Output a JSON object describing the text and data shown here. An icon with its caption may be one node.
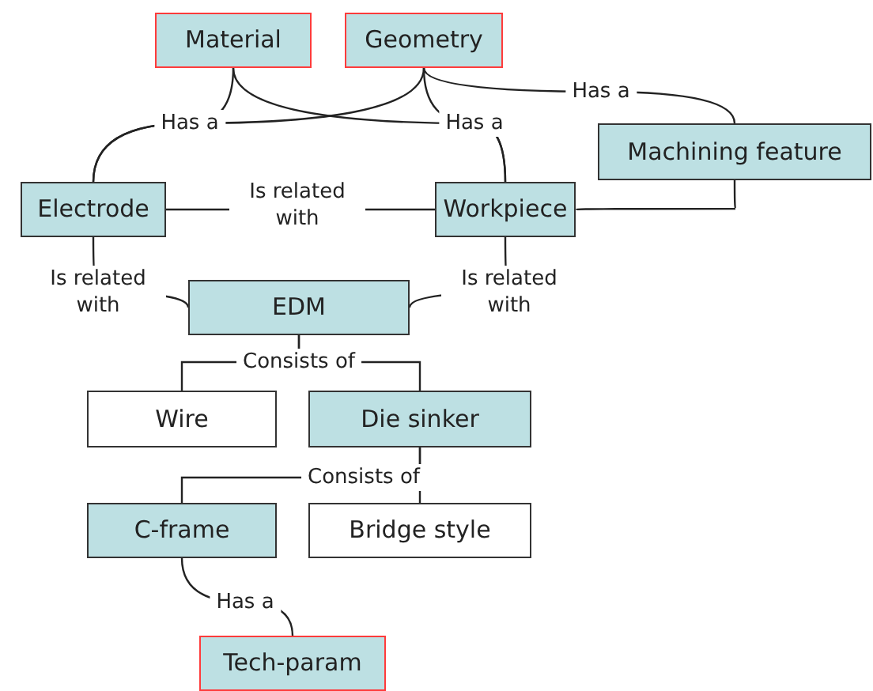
{
  "diagram": {
    "nodes": [
      {
        "text": [
          "Material"
        ]
      },
      {
        "text": [
          "Geometry"
        ]
      },
      {
        "text": [
          "Machining feature"
        ]
      },
      {
        "text": [
          "Electrode"
        ]
      },
      {
        "text": [
          "Workpiece"
        ]
      },
      {
        "text": [
          "EDM"
        ]
      },
      {
        "text": [
          "Wire"
        ]
      },
      {
        "text": [
          "Die sinker"
        ]
      },
      {
        "text": [
          "C-frame"
        ]
      },
      {
        "text": [
          "Bridge style"
        ]
      },
      {
        "text": [
          "Tech-param"
        ]
      }
    ],
    "edges": [
      {
        "from": 0,
        "to": 3,
        "arrow": "none",
        "label": "Has a"
      },
      {
        "from": 1,
        "to": 3,
        "arrow": "none"
      },
      {
        "from": 0,
        "to": 4,
        "arrow": "none",
        "label": "Has a"
      },
      {
        "from": 1,
        "to": 4,
        "arrow": "none"
      },
      {
        "from": 1,
        "to": 2,
        "arrow": "none",
        "label": "Has a"
      },
      {
        "from": 2,
        "to": 4,
        "arrow": "none"
      },
      {
        "from": 3,
        "to": 4,
        "arrow": "none",
        "label": "Is related with"
      },
      {
        "from": 3,
        "to": 5,
        "arrow": "none",
        "label": "Is related with"
      },
      {
        "from": 4,
        "to": 5,
        "arrow": "none",
        "label": "Is related with"
      },
      {
        "from": 5,
        "to": 6,
        "arrow": "none",
        "label": "Consists of"
      },
      {
        "from": 5,
        "to": 7,
        "arrow": "none"
      },
      {
        "from": 7,
        "to": 8,
        "arrow": "none",
        "label": "Consists of"
      },
      {
        "from": 7,
        "to": 9,
        "arrow": "none"
      },
      {
        "from": 8,
        "to": 10,
        "arrow": "none",
        "label": "Has a"
      }
    ]
  }
}
